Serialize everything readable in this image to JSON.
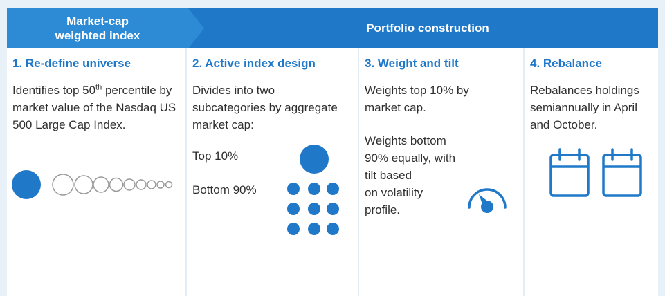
{
  "header": {
    "left_label": "Market-cap\nweighted index",
    "right_label": "Portfolio construction"
  },
  "columns": [
    {
      "title": "1. Re-define universe",
      "body_before_sup": "Identifies top 50",
      "body_sup": "th",
      "body_after_sup": " percentile by market value of the Nasdaq US 500 Large Cap Index.",
      "icon": "descending-circles-icon"
    },
    {
      "title": "2. Active index design",
      "body": "Divides into two subcategories by aggregate market cap:",
      "top_label": "Top 10%",
      "bottom_label": "Bottom 90%",
      "top_icon": "large-dot-icon",
      "bottom_icon": "dot-grid-icon"
    },
    {
      "title": "3. Weight and tilt",
      "body_1": "Weights top 10% by market cap.",
      "body_2_line_1": "Weights bottom",
      "body_2_line_2": "90% equally, with",
      "body_2_line_3": "tilt based",
      "body_2_line_4": "on volatility",
      "body_2_line_5": "profile.",
      "icon": "gauge-icon"
    },
    {
      "title": "4. Rebalance",
      "body": "Rebalances holdings semiannually in April and October.",
      "icon": "calendar-icon"
    }
  ],
  "colors": {
    "header_dark": "#1f78c8",
    "header_light": "#2d8bd6",
    "accent": "#1f78c8",
    "outline": "#9a9a9a"
  }
}
